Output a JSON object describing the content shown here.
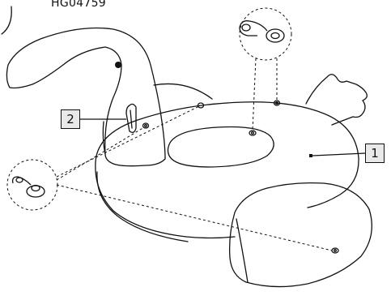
{
  "header": {
    "model_code": "HG04759"
  },
  "callouts": [
    {
      "number": "1",
      "target": "inflatable-ring-body"
    },
    {
      "number": "2",
      "target": "handle"
    }
  ],
  "colors": {
    "line": "#111111",
    "callout_fill": "#e9e9e9",
    "background": "#ffffff"
  }
}
